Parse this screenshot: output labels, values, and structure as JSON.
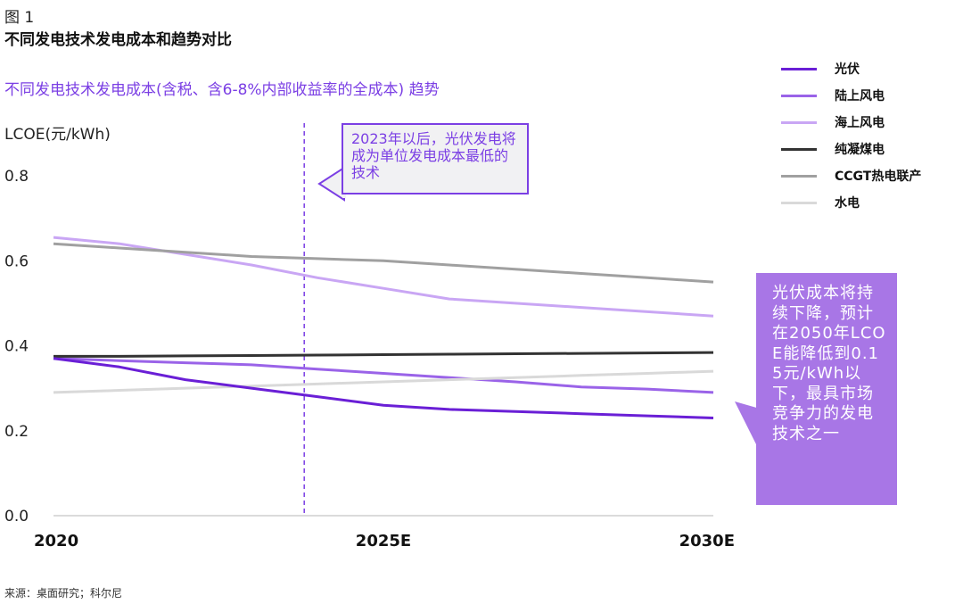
{
  "figure_label": "图 1",
  "title": "不同发电技术发电成本和趋势对比",
  "subtitle": "不同发电技术发电成本(含税、含6-8%内部收益率的全成本) 趋势",
  "source": "来源：桌面研究；科尔尼",
  "chart_data": {
    "type": "line",
    "ylabel": "LCOE(元/kWh)",
    "ylim": [
      0,
      0.8
    ],
    "y_ticks": [
      "0.0",
      "0.2",
      "0.4",
      "0.6",
      "0.8"
    ],
    "x_ticks": [
      "2020",
      "2025E",
      "2030E"
    ],
    "x": [
      2020,
      2021,
      2022,
      2023,
      2024,
      2025,
      2026,
      2027,
      2028,
      2029,
      2030
    ],
    "series": [
      {
        "name": "光伏",
        "color": "#6a1fd6",
        "values": [
          0.37,
          0.35,
          0.32,
          0.3,
          0.28,
          0.26,
          0.25,
          0.245,
          0.24,
          0.235,
          0.23
        ]
      },
      {
        "name": "陆上风电",
        "color": "#9a63e8",
        "values": [
          0.37,
          0.365,
          0.36,
          0.355,
          0.345,
          0.335,
          0.325,
          0.315,
          0.303,
          0.298,
          0.29
        ]
      },
      {
        "name": "海上风电",
        "color": "#c9a6f4",
        "values": [
          0.655,
          0.64,
          0.615,
          0.59,
          0.56,
          0.535,
          0.51,
          0.5,
          0.49,
          0.48,
          0.47
        ]
      },
      {
        "name": "纯凝煤电",
        "color": "#333333",
        "values": [
          0.375,
          0.375,
          0.376,
          0.377,
          0.378,
          0.379,
          0.38,
          0.381,
          0.382,
          0.383,
          0.384
        ]
      },
      {
        "name": "CCGT热电联产",
        "color": "#a0a0a0",
        "values": [
          0.64,
          0.63,
          0.62,
          0.61,
          0.605,
          0.6,
          0.59,
          0.58,
          0.57,
          0.56,
          0.55
        ]
      },
      {
        "name": "水电",
        "color": "#d9d9d9",
        "values": [
          0.29,
          0.295,
          0.3,
          0.305,
          0.31,
          0.315,
          0.32,
          0.325,
          0.33,
          0.335,
          0.34
        ]
      }
    ],
    "vline_x": 2023.8,
    "annotations": [
      {
        "text": "2023年以后，光伏发电将成为单位发电成本最低的技术"
      },
      {
        "text": "光伏成本将持续下降，预计在2050年LCOE能降低到0.15元/kWh以下，最具市场竞争力的发电技术之一"
      }
    ]
  }
}
